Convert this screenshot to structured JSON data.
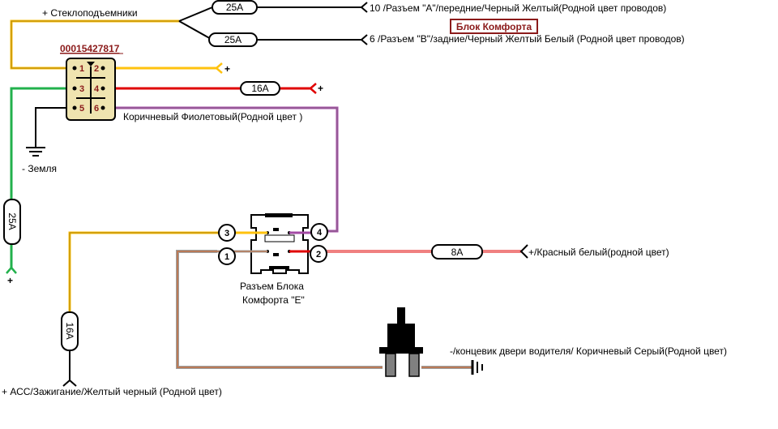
{
  "labels": {
    "window_lifters": "+ Стеклоподъемники",
    "conn_a": "10 /Разъем \"A\"/передние/Черный Желтый(Родной цвет проводов)",
    "conn_b": "6 /Разъем \"B\"/задние/Черный Желтый Белый (Родной цвет проводов)",
    "comfort_block": "Блок Комфорта",
    "relay_part": "00015427817",
    "plus_1": "+",
    "plus_2": "+",
    "plus_3": "+",
    "brown_violet": "Коричневый Фиолетовый(Родной цвет )",
    "ground": "- Земля",
    "red_white": "+/Красный белый(родной цвет)",
    "connector_e_line1": "Разъем Блока",
    "connector_e_line2": "Комфорта \"E\"",
    "door_switch": "-/концевик двери водителя/ Коричневый Серый(Родной цвет)",
    "acc": "+ АСС/Зажигание/Желтый черный (Родной цвет)"
  },
  "fuses": {
    "f_top1": "25A",
    "f_top2": "25A",
    "f_16a_h": "16A",
    "f_25a_v": "25A",
    "f_16a_v": "16A",
    "f_8a": "8A"
  },
  "relay_pins": [
    "1",
    "2",
    "3",
    "4",
    "5",
    "6"
  ],
  "connector_pins": [
    "1",
    "2",
    "3",
    "4"
  ],
  "colors": {
    "yellow": "#ffc20e",
    "red": "#e00000",
    "green": "#22b14c",
    "violet": "#a349a4",
    "brown": "#b97a57",
    "gray": "#a0a0a0",
    "black": "#000000",
    "relay_fill": "#efe4b0",
    "label_red": "#8b1a1a"
  },
  "icons": [
    "ground-symbol-icon",
    "door-switch-icon",
    "wire-end-fork-icon"
  ]
}
